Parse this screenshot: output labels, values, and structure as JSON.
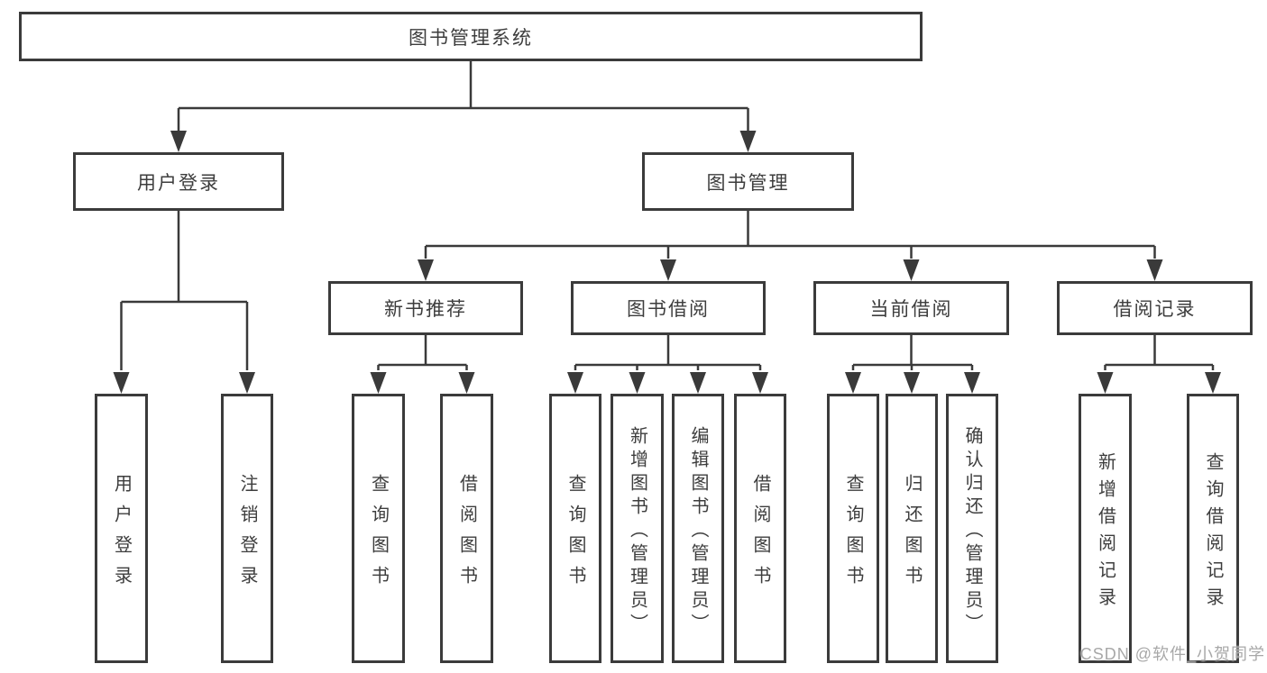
{
  "tree": {
    "label": "图书管理系统",
    "children": [
      {
        "label": "用户登录",
        "children": [
          {
            "label": "用户登录"
          },
          {
            "label": "注销登录"
          }
        ]
      },
      {
        "label": "图书管理",
        "children": [
          {
            "label": "新书推荐",
            "children": [
              {
                "label": "查询图书"
              },
              {
                "label": "借阅图书"
              }
            ]
          },
          {
            "label": "图书借阅",
            "children": [
              {
                "label": "查询图书"
              },
              {
                "label": "新增图书（管理员）"
              },
              {
                "label": "编辑图书（管理员）"
              },
              {
                "label": "借阅图书"
              }
            ]
          },
          {
            "label": "当前借阅",
            "children": [
              {
                "label": "查询图书"
              },
              {
                "label": "归还图书"
              },
              {
                "label": "确认归还（管理员）"
              }
            ]
          },
          {
            "label": "借阅记录",
            "children": [
              {
                "label": "新增借阅记录"
              },
              {
                "label": "查询借阅记录"
              }
            ]
          }
        ]
      }
    ]
  },
  "watermark": {
    "text": "CSDN @软件_小贺同学"
  },
  "colors": {
    "line": "#3a3a3a",
    "box_border": "#3b3b3b",
    "text": "#3d3d3d",
    "watermark": "#a8a8a8",
    "background": "#ffffff"
  }
}
